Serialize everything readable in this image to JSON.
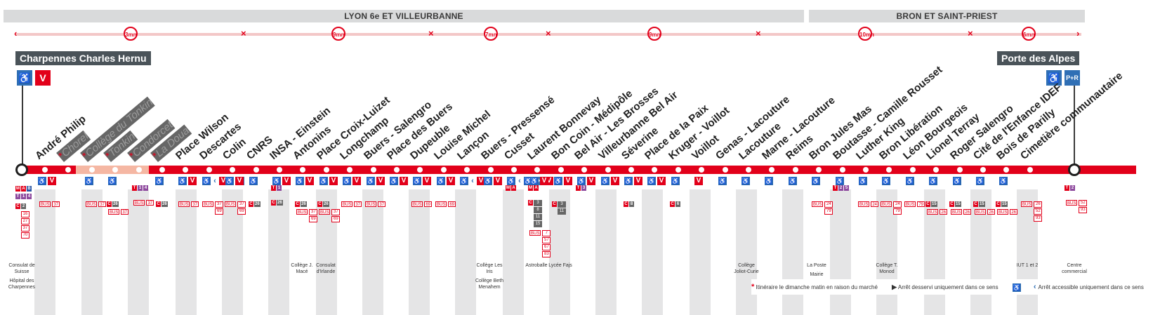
{
  "zones": [
    {
      "label": "LYON 6e ET VILLEURBANNE"
    },
    {
      "label": "BRON ET SAINT-PRIEST"
    }
  ],
  "durations": [
    "3mn",
    "9mn",
    "7mn",
    "9mn",
    "10mn",
    "6mn"
  ],
  "termini": {
    "start": "Charpennes Charles Hernu",
    "end": "Porte des Alpes"
  },
  "stations": [
    {
      "name": "André Philip"
    },
    {
      "name": "Chorel",
      "sunday_only": true
    },
    {
      "name": "Collège du Tonkin",
      "sunday_only": true
    },
    {
      "name": "Tonkin",
      "sunday_only": true
    },
    {
      "name": "Condorcet",
      "sunday_only": true
    },
    {
      "name": "La Doua",
      "sunday_only": true
    },
    {
      "name": "Place Wilson"
    },
    {
      "name": "Descartes"
    },
    {
      "name": "Colin"
    },
    {
      "name": "CNRS"
    },
    {
      "name": "INSA - Einstein"
    },
    {
      "name": "Antonins"
    },
    {
      "name": "Place Croix-Luizet"
    },
    {
      "name": "Longchamp"
    },
    {
      "name": "Buers - Salengro"
    },
    {
      "name": "Place des Buers"
    },
    {
      "name": "Dupeuble"
    },
    {
      "name": "Louise Michel"
    },
    {
      "name": "Lançon"
    },
    {
      "name": "Buers - Pressensé"
    },
    {
      "name": "Cusset"
    },
    {
      "name": "Laurent Bonnevay"
    },
    {
      "name": "Bon Coin - Médipôle"
    },
    {
      "name": "Bel Air - Les Brosses"
    },
    {
      "name": "Villeurbanne Bel Air"
    },
    {
      "name": "Séverine"
    },
    {
      "name": "Place de la Paix"
    },
    {
      "name": "Kruger - Voillot"
    },
    {
      "name": "Voillot"
    },
    {
      "name": "Genas - Lacouture"
    },
    {
      "name": "Lacouture"
    },
    {
      "name": "Marne - Lacouture"
    },
    {
      "name": "Reims"
    },
    {
      "name": "Bron Jules Mas"
    },
    {
      "name": "Boutasse - Camille Rousset"
    },
    {
      "name": "Luther King"
    },
    {
      "name": "Bron Libération"
    },
    {
      "name": "Léon Bourgeois"
    },
    {
      "name": "Lionel Terray"
    },
    {
      "name": "Roger Salengro"
    },
    {
      "name": "Cité de l'Enfance IDEF"
    },
    {
      "name": "Bois de Parilly"
    },
    {
      "name": "Cimetière communautaire"
    }
  ],
  "star_symbol": "*",
  "icons": {
    "wheelchair": "♿",
    "velov": "V",
    "pr": "P+R",
    "direction": "‹"
  },
  "connections": {
    "start": {
      "metro": [
        "M",
        "A",
        "B"
      ],
      "tram": [
        "T",
        "1",
        "4"
      ],
      "c": [
        "C",
        "2"
      ],
      "lines": [
        "16",
        "27",
        "37",
        "70"
      ]
    },
    "andre_philip": [
      "37"
    ],
    "chorel": [
      "37"
    ],
    "college_du_tonkin": {
      "c": [
        "C",
        "26"
      ],
      "lines": [
        "37"
      ]
    },
    "tonkin": {
      "tram": [
        "T",
        "1",
        "4"
      ],
      "lines": [
        "37"
      ]
    },
    "condorcet": {
      "c": [
        "C",
        "26"
      ]
    },
    "place_wilson": [
      "37"
    ],
    "descartes": [
      "37",
      "69"
    ],
    "colin": [
      "37",
      "69"
    ],
    "cnrs": {
      "c": [
        "C",
        "26"
      ]
    },
    "insa": {
      "tram": [
        "T",
        "1"
      ],
      "c": [
        "C",
        "26"
      ]
    },
    "antonins": {
      "c": [
        "C",
        "26"
      ],
      "lines": [
        "37",
        "69"
      ]
    },
    "croix_luizet": {
      "c": [
        "C",
        "26"
      ],
      "lines": [
        "37",
        "69"
      ]
    },
    "longchamp": [
      "37"
    ],
    "buers_salengro": [
      "37"
    ],
    "dupeuble": [
      "69"
    ],
    "louise_michel": [
      "69"
    ],
    "cusset": {
      "metro": [
        "M",
        "A"
      ]
    },
    "laurent_bonnevay": {
      "metro": [
        "M",
        "A"
      ],
      "c": [
        "C",
        "3",
        "8",
        "11",
        "15"
      ],
      "lines": [
        "7",
        "57",
        "67",
        "83"
      ]
    },
    "bon_coin": {
      "c": [
        "C",
        "3",
        "11"
      ]
    },
    "bel_air": {
      "tram": [
        "T",
        "3"
      ]
    },
    "seve": {
      "c": [
        "C",
        "8"
      ]
    },
    "kruger": {
      "c": [
        "C",
        "6"
      ]
    },
    "jules_mas": [
      "24",
      "79"
    ],
    "boutasse": {
      "tram": [
        "T",
        "2",
        "5"
      ]
    },
    "luther_king": [
      "24"
    ],
    "liberation": [
      "24",
      "79"
    ],
    "leon_bourgeois": [
      "79"
    ],
    "lionel_terray": {
      "c": [
        "C",
        "15"
      ],
      "lines": [
        "26"
      ]
    },
    "roger_salengro": {
      "c": [
        "C",
        "15"
      ],
      "lines": [
        "26"
      ]
    },
    "cite_enfance": {
      "c": [
        "C",
        "15"
      ],
      "lines": [
        "26"
      ]
    },
    "bois_parilly": {
      "c": [
        "C",
        "15"
      ],
      "lines": [
        "26"
      ]
    },
    "cimetiere": [
      "26",
      "52",
      "93"
    ],
    "end": {
      "tram": [
        "T",
        "2"
      ],
      "lines": [
        "52",
        "93"
      ]
    }
  },
  "bus_prefix": "BUS",
  "poi": {
    "start": [
      "Consulat de Suisse",
      "Hôpital des Charpennes"
    ],
    "antonins": [
      "Collège J. Macé"
    ],
    "croix_luizet": [
      "Consulat d'Irlande"
    ],
    "buers_pressense": [
      "Collège Les Iris",
      "Collège Beth Menahem"
    ],
    "laurent_bonnevay": [
      "Astroballe"
    ],
    "bon_coin": [
      "Lycée Fajs"
    ],
    "lacouture": [
      "Collège Joliot-Curie"
    ],
    "jules_mas": [
      "La Poste",
      "Mairie"
    ],
    "liberation": [
      "Collège T. Monod"
    ],
    "cimetiere": [
      "IUT 1 et 2"
    ],
    "end": [
      "Centre commercial"
    ]
  },
  "legend": {
    "sunday": "Itinéraire le dimanche matin en raison du marché",
    "one_way": "Arrêt desservi uniquement dans ce sens",
    "accessible_one_way": "Arrêt accessible uniquement dans ce sens"
  },
  "colors": {
    "line": "#e2001a",
    "access": "#2f6fb5",
    "zone": "#d9dadb",
    "terminus": "#4a5359"
  }
}
